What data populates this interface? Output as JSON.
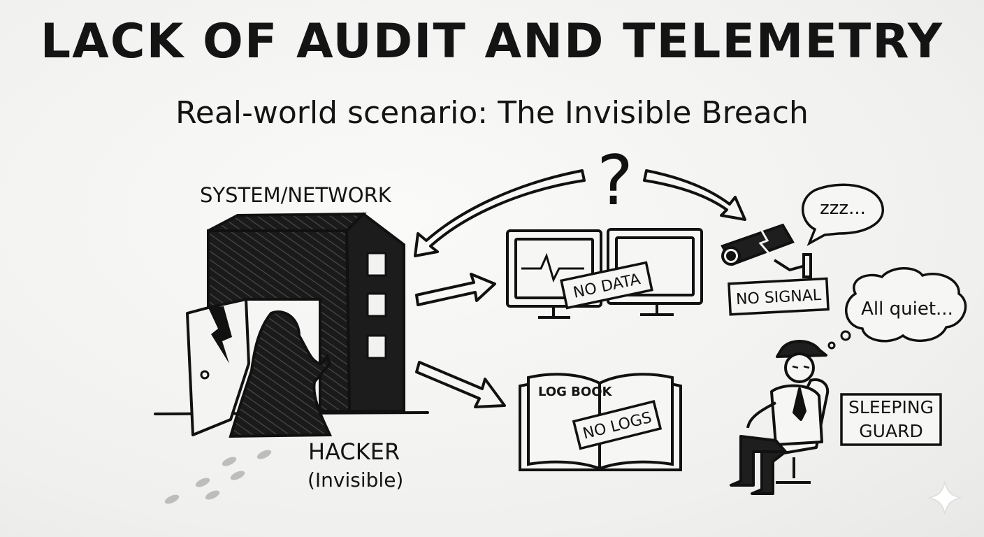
{
  "title": "LACK OF AUDIT AND TELEMETRY",
  "subtitle": "Real-world scenario: The Invisible Breach",
  "labels": {
    "system": "SYSTEM/NETWORK",
    "hacker": "HACKER",
    "invisible": "(Invisible)",
    "question": "?",
    "no_data": "NO DATA",
    "no_signal": "NO SIGNAL",
    "log_book": "LOG BOOK",
    "no_logs": "NO LOGS",
    "camera_bubble": "zzz...",
    "guard_bubble": "All quiet...",
    "guard_line1": "SLEEPING",
    "guard_line2": "GUARD"
  },
  "icons": [
    "building-icon",
    "broken-door-icon",
    "hooded-hacker-icon",
    "footprints-icon",
    "monitor-icon",
    "broken-camera-icon",
    "log-book-icon",
    "sleeping-guard-icon",
    "question-mark-icon",
    "sparkle-icon"
  ]
}
